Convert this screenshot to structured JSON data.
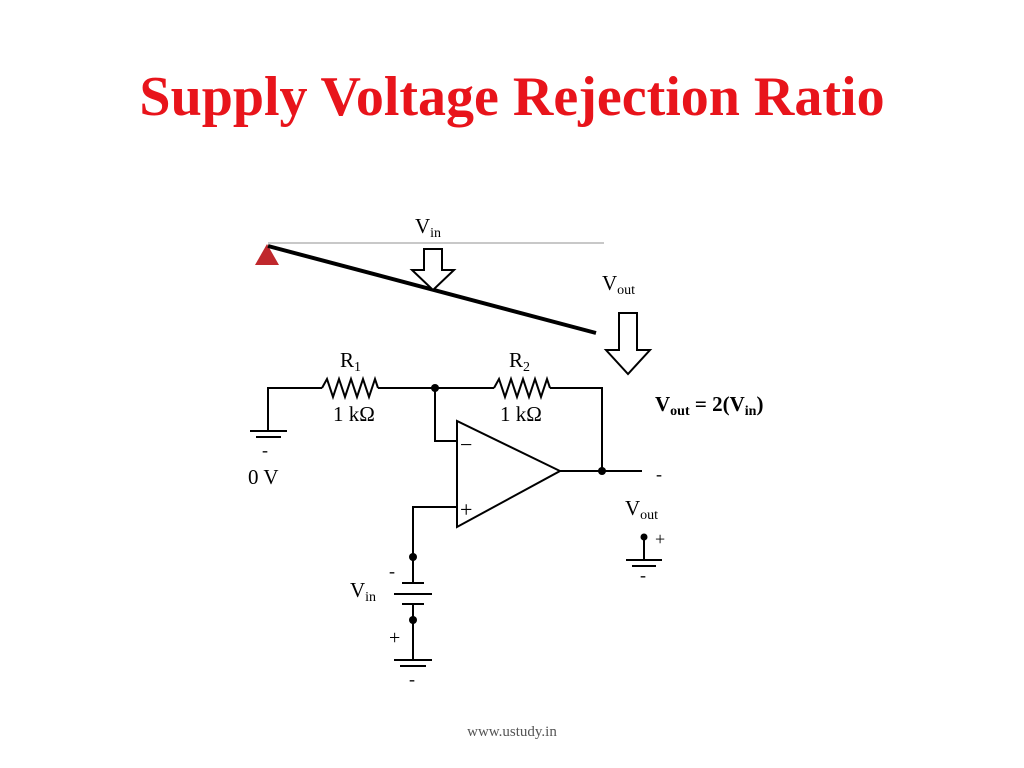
{
  "slide": {
    "title": "Supply Voltage Rejection Ratio",
    "footer": "www.ustudy.in"
  },
  "diagram": {
    "lever": {
      "vin_label": "V",
      "vin_sub": "in",
      "vout_label": "V",
      "vout_sub": "out",
      "pivot_color": "#c0282d"
    },
    "equation": {
      "lhs": "V",
      "lhs_sub": "out",
      "middle": " = 2(V",
      "rhs_sub": "in",
      "close": ")"
    },
    "resistor_r1": {
      "name": "R",
      "sub": "1",
      "value": "1 kΩ"
    },
    "resistor_r2": {
      "name": "R",
      "sub": "2",
      "value": "1 kΩ"
    },
    "ground_label": "0 V",
    "ground_minus": "-",
    "opamp": {
      "inverting": "−",
      "noninverting": "+"
    },
    "output": {
      "minus": "-",
      "label": "V",
      "sub": "out",
      "plus": "+",
      "ground_minus": "-"
    },
    "source": {
      "label": "V",
      "sub": "in",
      "minus": "-",
      "plus": "+",
      "ground_minus": "-"
    }
  }
}
